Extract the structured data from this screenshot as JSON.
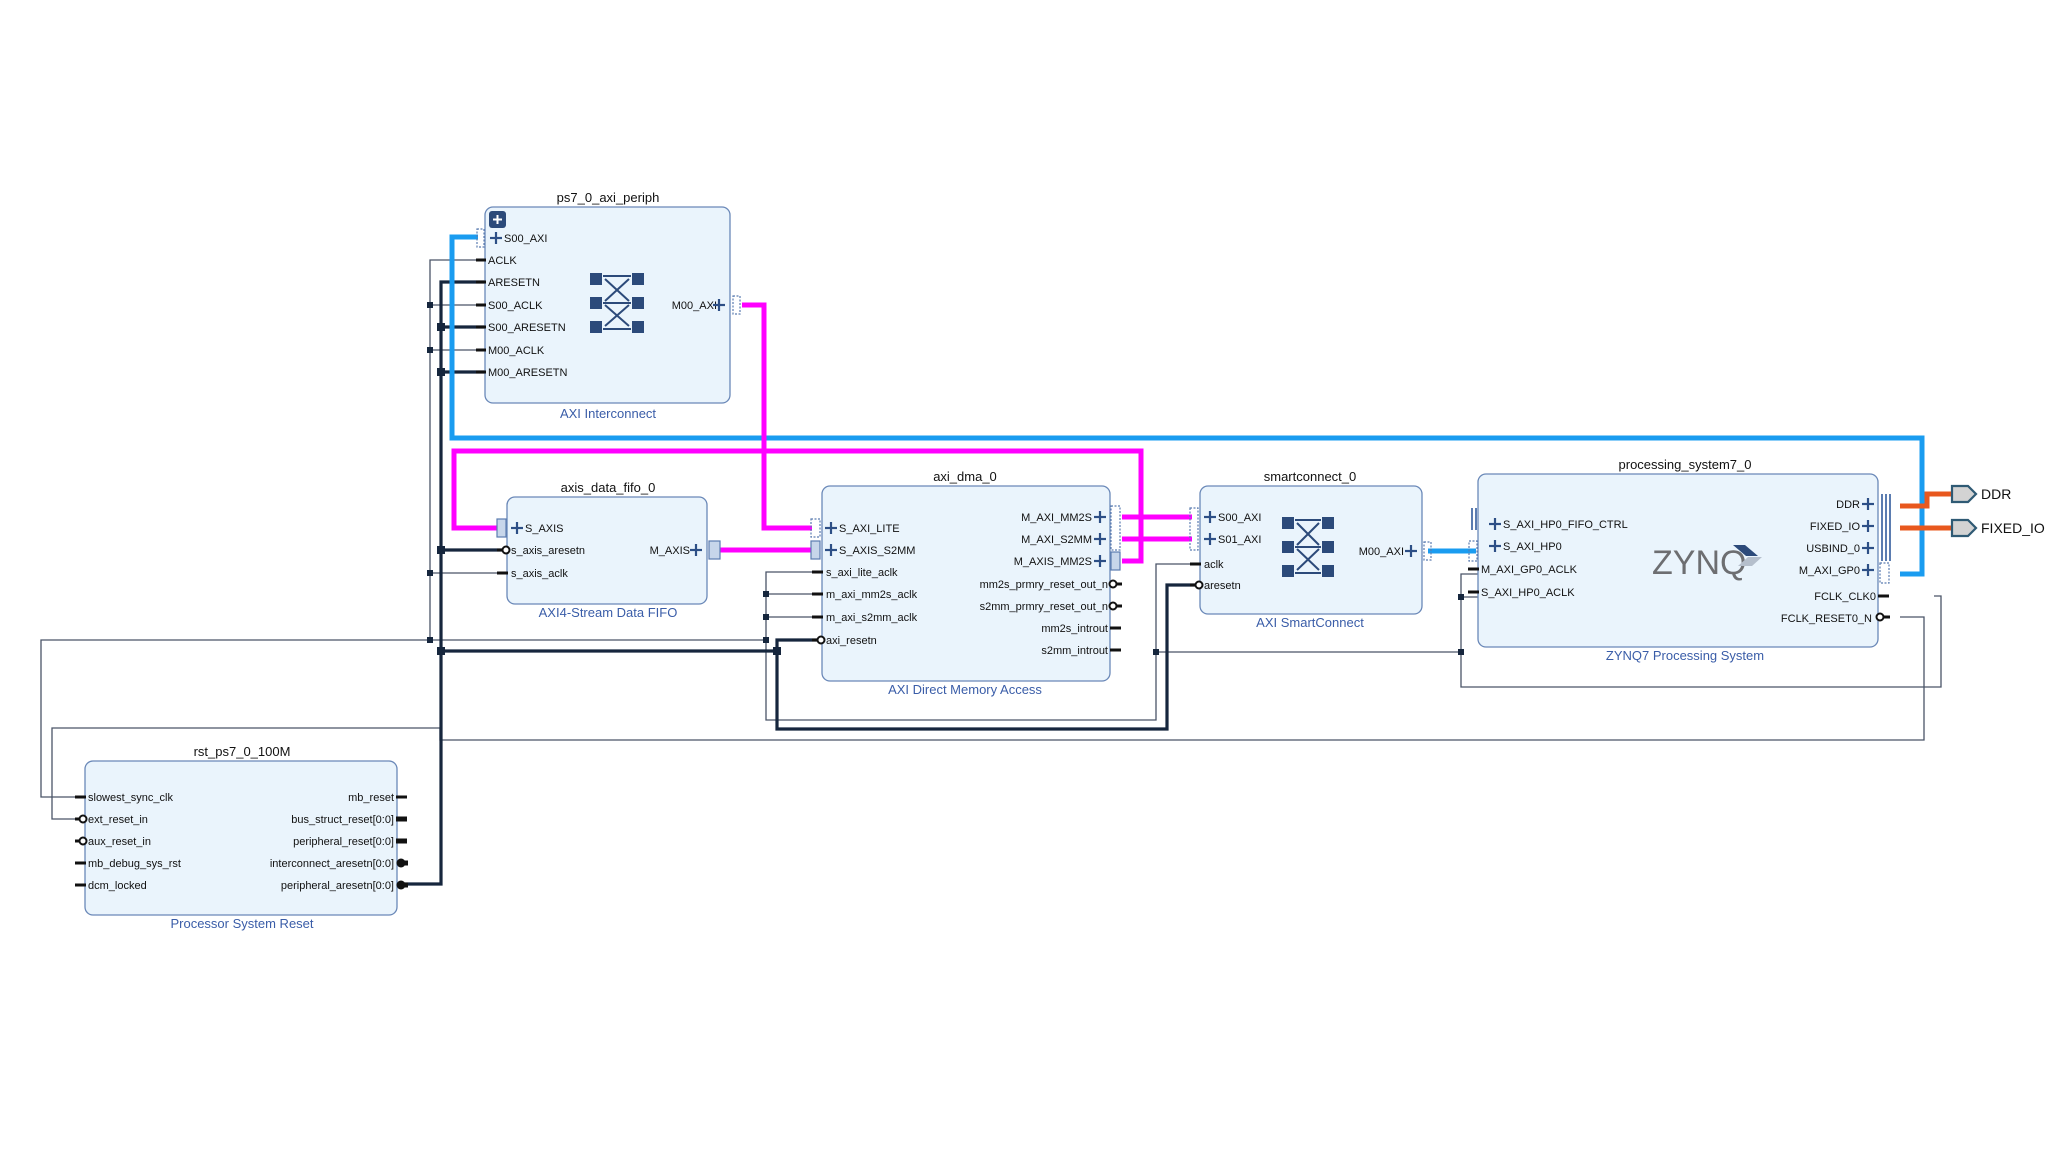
{
  "blocks": {
    "axi_periph": {
      "instance": "ps7_0_axi_periph",
      "ip": "AXI Interconnect",
      "left_pins": [
        "S00_AXI",
        "ACLK",
        "ARESETN",
        "S00_ACLK",
        "S00_ARESETN",
        "M00_ACLK",
        "M00_ARESETN"
      ],
      "right_pins": [
        "M00_AXI"
      ],
      "expand_icon": "plus-square-icon"
    },
    "fifo": {
      "instance": "axis_data_fifo_0",
      "ip": "AXI4-Stream Data FIFO",
      "left_pins": [
        "S_AXIS",
        "s_axis_aresetn",
        "s_axis_aclk"
      ],
      "right_pins": [
        "M_AXIS"
      ]
    },
    "dma": {
      "instance": "axi_dma_0",
      "ip": "AXI Direct Memory Access",
      "left_pins": [
        "S_AXI_LITE",
        "S_AXIS_S2MM",
        "s_axi_lite_aclk",
        "m_axi_mm2s_aclk",
        "m_axi_s2mm_aclk",
        "axi_resetn"
      ],
      "right_pins": [
        "M_AXI_MM2S",
        "M_AXI_S2MM",
        "M_AXIS_MM2S",
        "mm2s_prmry_reset_out_n",
        "s2mm_prmry_reset_out_n",
        "mm2s_introut",
        "s2mm_introut"
      ]
    },
    "smartconnect": {
      "instance": "smartconnect_0",
      "ip": "AXI SmartConnect",
      "left_pins": [
        "S00_AXI",
        "S01_AXI",
        "aclk",
        "aresetn"
      ],
      "right_pins": [
        "M00_AXI"
      ]
    },
    "ps7": {
      "instance": "processing_system7_0",
      "ip": "ZYNQ7 Processing System",
      "logo": "ZYNQ",
      "left_pins": [
        "S_AXI_HP0_FIFO_CTRL",
        "S_AXI_HP0",
        "M_AXI_GP0_ACLK",
        "S_AXI_HP0_ACLK"
      ],
      "right_pins": [
        "DDR",
        "FIXED_IO",
        "USBIND_0",
        "M_AXI_GP0",
        "FCLK_CLK0",
        "FCLK_RESET0_N"
      ]
    },
    "rst": {
      "instance": "rst_ps7_0_100M",
      "ip": "Processor System Reset",
      "left_pins": [
        "slowest_sync_clk",
        "ext_reset_in",
        "aux_reset_in",
        "mb_debug_sys_rst",
        "dcm_locked"
      ],
      "right_pins": [
        "mb_reset",
        "bus_struct_reset[0:0]",
        "peripheral_reset[0:0]",
        "interconnect_aresetn[0:0]",
        "peripheral_aresetn[0:0]"
      ]
    }
  },
  "external_ports": [
    "DDR",
    "FIXED_IO"
  ],
  "colors": {
    "axi_mm_bus": "#1a9cf0",
    "axi_stream_bus": "#ff00ff",
    "external_bus": "#e8581e",
    "reset_net": "#16263d",
    "clock_net": "#4a5568",
    "block_fill": "#eaf4fc",
    "block_stroke": "#6a88b8",
    "ip_label": "#3a5da8"
  }
}
